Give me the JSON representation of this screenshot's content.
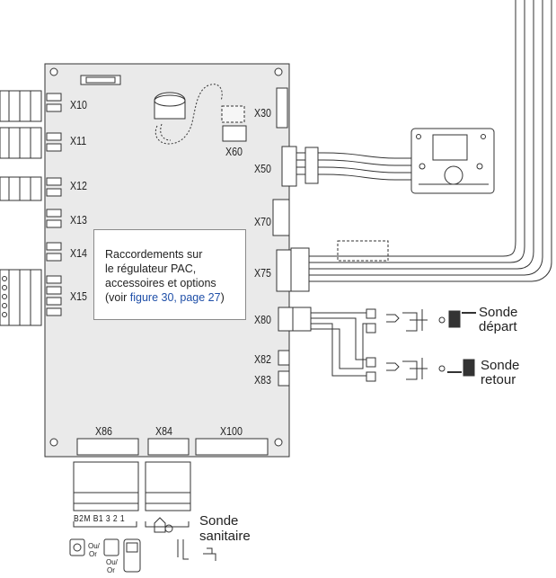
{
  "connectors": {
    "x10": "X10",
    "x11": "X11",
    "x12": "X12",
    "x13": "X13",
    "x14": "X14",
    "x15": "X15",
    "x30": "X30",
    "x60": "X60",
    "x50": "X50",
    "x70": "X70",
    "x75": "X75",
    "x80": "X80",
    "x82": "X82",
    "x83": "X83",
    "x86": "X86",
    "x84": "X84",
    "x100": "X100"
  },
  "note": {
    "line1": "Raccordements sur",
    "line2": "le régulateur PAC,",
    "line3": "accessoires et options",
    "line4_prefix": "(voir ",
    "line4_link": "figure 30, page 27",
    "line4_suffix": ")"
  },
  "sensors": {
    "depart_line1": "Sonde",
    "depart_line2": "départ",
    "retour_line1": "Sonde",
    "retour_line2": "retour",
    "sanitaire_line1": "Sonde",
    "sanitaire_line2": "sanitaire"
  },
  "terminals": {
    "x86_pins": "B2M B1  3   2   1",
    "or1": "Ou/",
    "or2": "Or",
    "or3": "Ou/",
    "or4": "Or"
  },
  "colors": {
    "stroke": "#333333",
    "link": "#1f4fa8"
  }
}
